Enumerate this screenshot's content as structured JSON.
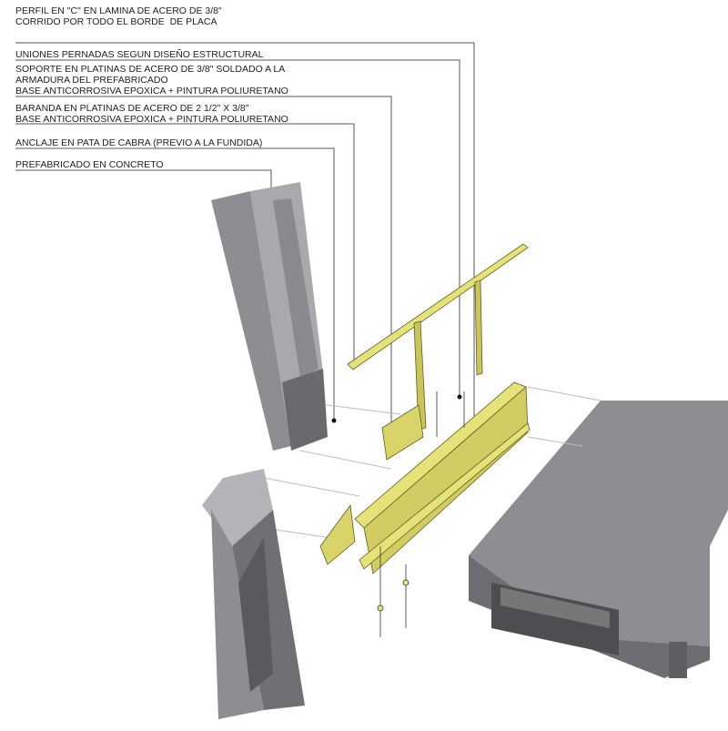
{
  "labels": [
    {
      "lines": [
        "PERFIL EN \"C\" EN LAMINA DE ACERO DE 3/8\"",
        "CORRIDO POR TODO EL BORDE  DE PLACA"
      ]
    },
    {
      "lines": [
        "UNIONES PERNADAS SEGUN DISEÑO ESTRUCTURAL"
      ]
    },
    {
      "lines": [
        "SOPORTE EN PLATINAS DE ACERO DE 3/8\" SOLDADO A LA",
        "ARMADURA DEL PREFABRICADO",
        "BASE ANTICORROSIVA EPOXICA + PINTURA POLIURETANO"
      ]
    },
    {
      "lines": [
        "BARANDA EN PLATINAS DE ACERO DE 2 1/2\" X 3/8\"",
        "BASE ANTICORROSIVA EPOXICA + PINTURA POLIURETANO"
      ]
    },
    {
      "lines": [
        "ANCLAJE EN PATA DE CABRA (PREVIO A LA FUNDIDA)"
      ]
    },
    {
      "lines": [
        "PREFABRICADO EN CONCRETO"
      ]
    }
  ],
  "colors": {
    "steel": "#e6e27a",
    "steel_dark": "#b8b44c",
    "concrete": "#8e8e92",
    "concrete_dark": "#5f5f63",
    "concrete_light": "#b4b4b8"
  }
}
